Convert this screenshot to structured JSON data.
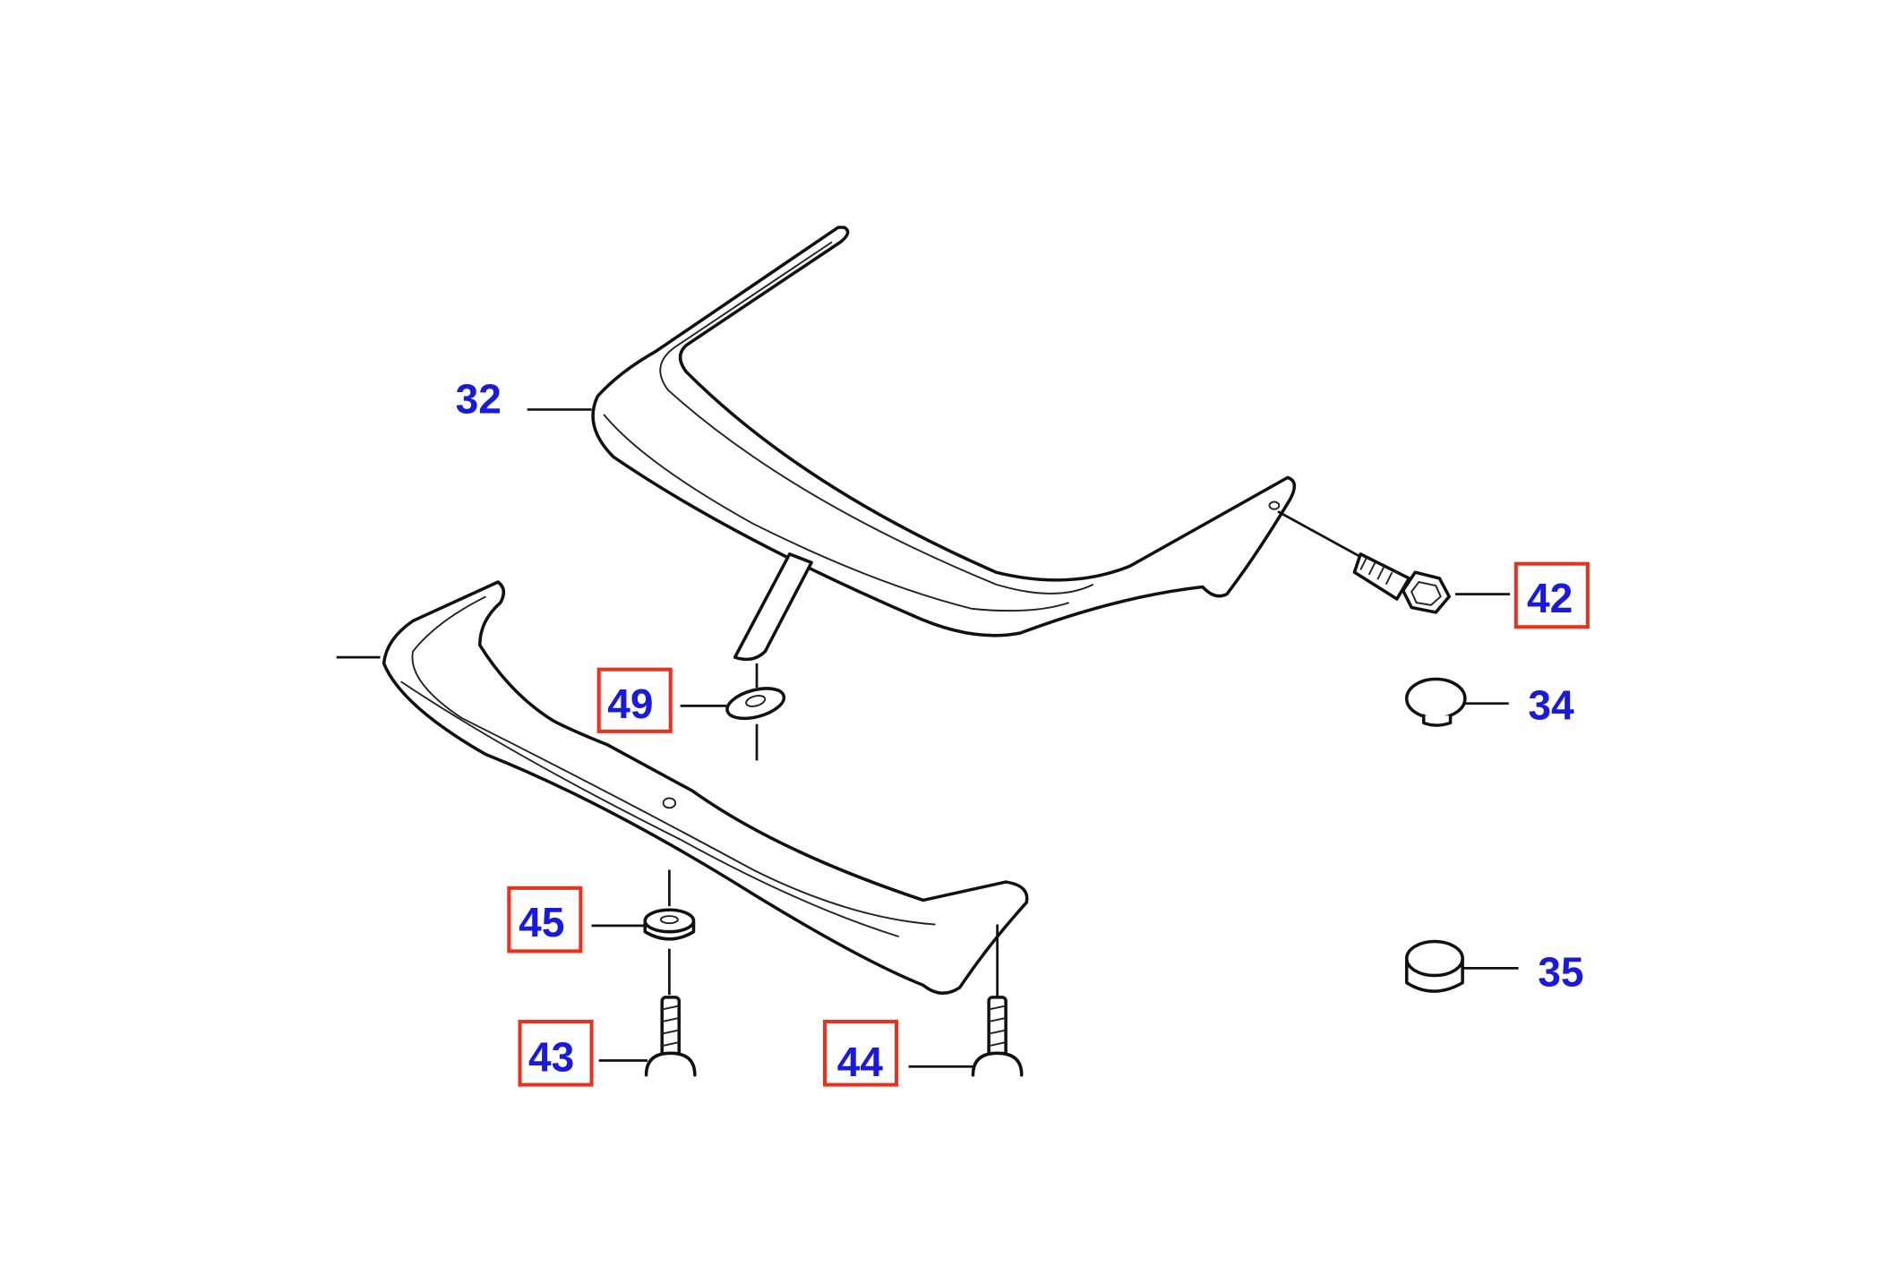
{
  "diagram": {
    "callouts": [
      {
        "id": "32",
        "label": "32",
        "highlighted": false
      },
      {
        "id": "42",
        "label": "42",
        "highlighted": true
      },
      {
        "id": "34",
        "label": "34",
        "highlighted": false
      },
      {
        "id": "49",
        "label": "49",
        "highlighted": true
      },
      {
        "id": "45",
        "label": "45",
        "highlighted": true
      },
      {
        "id": "43",
        "label": "43",
        "highlighted": true
      },
      {
        "id": "44",
        "label": "44",
        "highlighted": true
      },
      {
        "id": "35",
        "label": "35",
        "highlighted": false
      }
    ],
    "colors": {
      "label": "#1a1adb",
      "highlight_box": "#e8321e",
      "line": "#111111"
    }
  }
}
